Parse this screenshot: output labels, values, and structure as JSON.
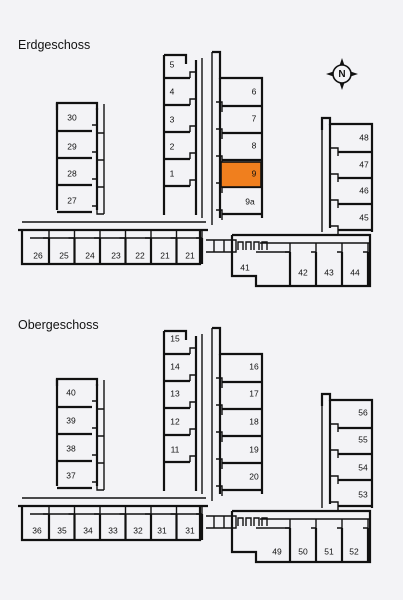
{
  "floors": [
    {
      "title": "Erdgeschoss",
      "highlight_color": "#f07f1e",
      "rooms": [
        {
          "label": "5"
        },
        {
          "label": "4"
        },
        {
          "label": "3"
        },
        {
          "label": "2"
        },
        {
          "label": "1"
        },
        {
          "label": "6"
        },
        {
          "label": "7"
        },
        {
          "label": "8"
        },
        {
          "label": "9",
          "highlighted": true
        },
        {
          "label": "9a"
        },
        {
          "label": "30"
        },
        {
          "label": "29"
        },
        {
          "label": "28"
        },
        {
          "label": "27"
        },
        {
          "label": "48"
        },
        {
          "label": "47"
        },
        {
          "label": "46"
        },
        {
          "label": "45"
        },
        {
          "label": "26"
        },
        {
          "label": "25"
        },
        {
          "label": "24"
        },
        {
          "label": "23"
        },
        {
          "label": "22"
        },
        {
          "label": "21"
        },
        {
          "label": "21"
        },
        {
          "label": "41"
        },
        {
          "label": "42"
        },
        {
          "label": "43"
        },
        {
          "label": "44"
        }
      ]
    },
    {
      "title": "Obergeschoss",
      "rooms": [
        {
          "label": "15"
        },
        {
          "label": "14"
        },
        {
          "label": "13"
        },
        {
          "label": "12"
        },
        {
          "label": "11"
        },
        {
          "label": "16"
        },
        {
          "label": "17"
        },
        {
          "label": "18"
        },
        {
          "label": "19"
        },
        {
          "label": "20"
        },
        {
          "label": "40"
        },
        {
          "label": "39"
        },
        {
          "label": "38"
        },
        {
          "label": "37"
        },
        {
          "label": "56"
        },
        {
          "label": "55"
        },
        {
          "label": "54"
        },
        {
          "label": "53"
        },
        {
          "label": "36"
        },
        {
          "label": "35"
        },
        {
          "label": "34"
        },
        {
          "label": "33"
        },
        {
          "label": "32"
        },
        {
          "label": "31"
        },
        {
          "label": "31"
        },
        {
          "label": "49"
        },
        {
          "label": "50"
        },
        {
          "label": "51"
        },
        {
          "label": "52"
        }
      ]
    }
  ],
  "compass": {
    "label": "N",
    "icon": "compass-north-icon"
  }
}
